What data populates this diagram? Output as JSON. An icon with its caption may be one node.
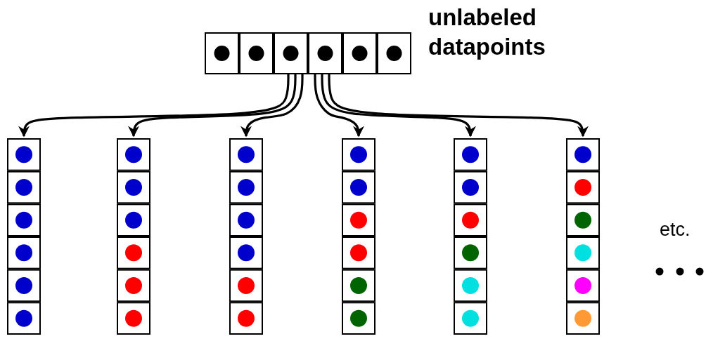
{
  "diagram": {
    "nodes": [
      {
        "text": [],
        "shape": "box",
        "beside": [
          "unlabeled datapoints"
        ]
      },
      {
        "text": [],
        "shape": "box"
      },
      {
        "text": [],
        "shape": "box"
      },
      {
        "text": [],
        "shape": "box"
      },
      {
        "text": [],
        "shape": "box"
      },
      {
        "text": [],
        "shape": "box"
      },
      {
        "text": [],
        "shape": "box"
      }
    ],
    "edges": [
      {
        "from": 0,
        "to": 1,
        "arrow": "to"
      },
      {
        "from": 0,
        "to": 2,
        "arrow": "to"
      },
      {
        "from": 0,
        "to": 3,
        "arrow": "to"
      },
      {
        "from": 0,
        "to": 4,
        "arrow": "to"
      },
      {
        "from": 0,
        "to": 5,
        "arrow": "to"
      },
      {
        "from": 0,
        "to": 6,
        "arrow": "to"
      }
    ],
    "labels": [
      "etc."
    ]
  }
}
